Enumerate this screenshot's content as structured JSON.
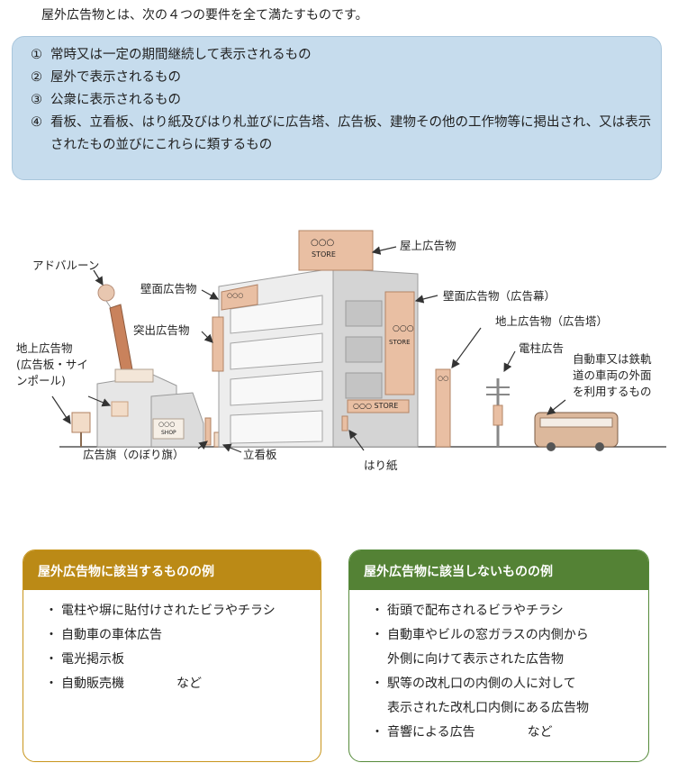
{
  "intro": "屋外広告物とは、次の４つの要件を全て満たすものです。",
  "requirements": [
    {
      "num": "①",
      "text": "常時又は一定の期間継続して表示されるもの"
    },
    {
      "num": "②",
      "text": "屋外で表示されるもの"
    },
    {
      "num": "③",
      "text": "公衆に表示されるもの"
    },
    {
      "num": "④",
      "text": "看板、立看板、はり紙及びはり札並びに広告塔、広告板、建物その他の工作物等に掲出され、又は表示されたもの並びにこれらに類するもの"
    }
  ],
  "illustration": {
    "labels": {
      "rooftop": "屋上広告物",
      "balloon": "アドバルーン",
      "wall": "壁面広告物",
      "wall_curtain": "壁面広告物（広告幕）",
      "projecting": "突出広告物",
      "ground_tower": "地上広告物（広告塔）",
      "pole": "電柱広告",
      "vehicle": [
        "自動車又は鉄軌",
        "道の車両の外面",
        "を利用するもの"
      ],
      "ground_sign": [
        "地上広告物",
        "(広告板・サイ",
        "ンポール)"
      ],
      "banner": "広告旗（のぼり旗）",
      "standing": "立看板",
      "poster": "はり紙"
    },
    "sign_texts": {
      "store": "STORE",
      "store_full": "○○○ STORE",
      "shop": "SHOP",
      "ooo": "○○○",
      "oo": "○○"
    }
  },
  "examples_yes": {
    "title": "屋外広告物に該当するものの例",
    "items": [
      "電柱や塀に貼付けされたビラやチラシ",
      "自動車の車体広告",
      "電光掲示板",
      "自動販売機"
    ],
    "etc": "など"
  },
  "examples_no": {
    "title": "屋外広告物に該当しないものの例",
    "items": [
      [
        "街頭で配布されるビラやチラシ"
      ],
      [
        "自動車やビルの窓ガラスの内側から",
        "外側に向けて表示された広告物"
      ],
      [
        "駅等の改札口の内側の人に対して",
        "表示された改札口内側にある広告物"
      ],
      [
        "音響による広告"
      ]
    ],
    "etc": "など"
  },
  "colors": {
    "req_bg": "#c6dced",
    "yes_header": "#bb8a16",
    "no_header": "#548235",
    "sign": "#e9bfa3"
  }
}
